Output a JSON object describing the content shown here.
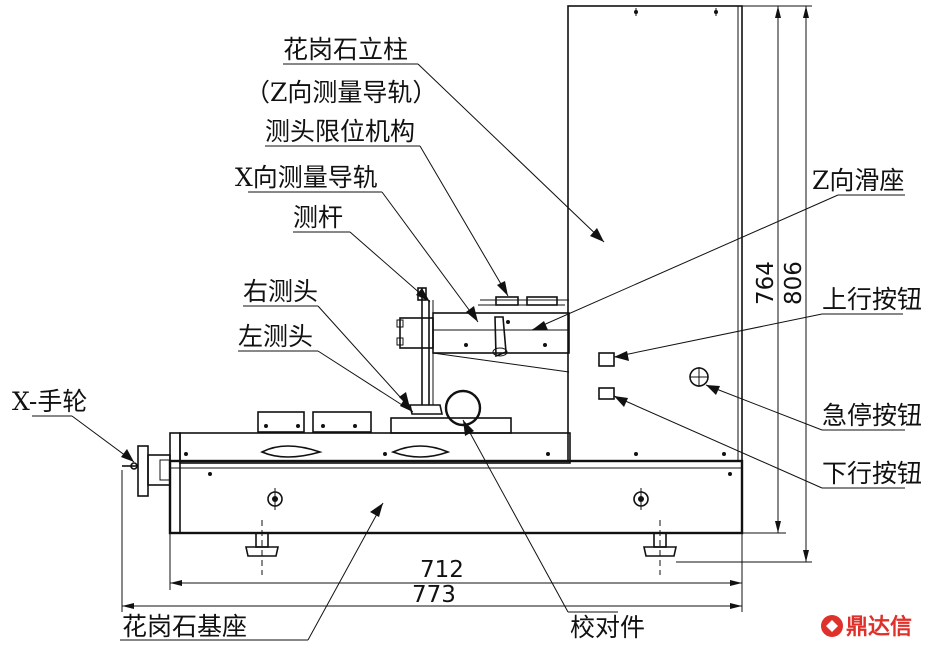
{
  "labels": {
    "granite_column": "花岗石立柱",
    "z_guide": "（Z向测量导轨）",
    "probe_limit": "测头限位机构",
    "x_guide": "X向测量导轨",
    "probe_rod": "测杆",
    "right_probe": "右测头",
    "left_probe": "左测头",
    "x_handwheel": "X-手轮",
    "z_slide": "Z向滑座",
    "up_button": "上行按钮",
    "estop_button": "急停按钮",
    "down_button": "下行按钮",
    "granite_base": "花岗石基座",
    "calibration_piece": "校对件"
  },
  "dimensions": {
    "d712": "712",
    "d773": "773",
    "d764": "764",
    "d806": "806"
  },
  "logo": {
    "text": "鼎达信",
    "brand_color": "#e0302a"
  }
}
